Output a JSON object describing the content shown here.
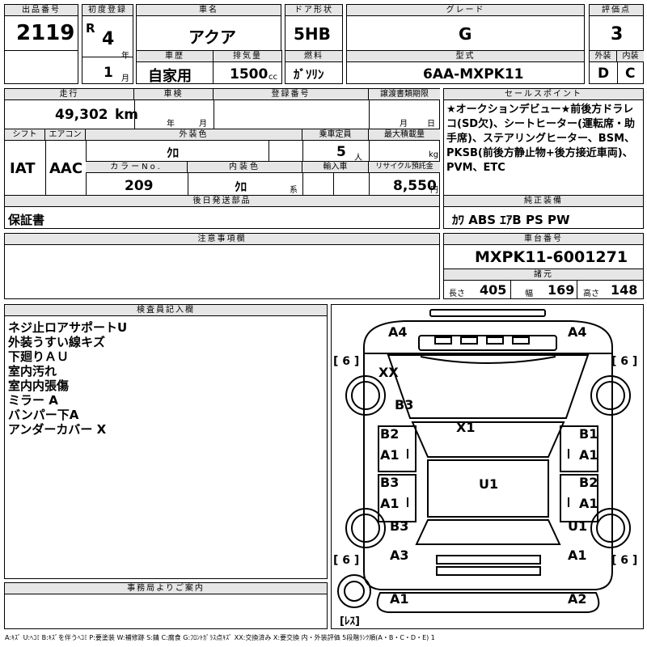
{
  "header": {
    "lot_label": "出品番号",
    "lot_no": "2119",
    "reg_label": "初度登録",
    "era": "R",
    "year_num": "4",
    "year_unit": "年",
    "month_num": "1",
    "month_unit": "月",
    "car_label": "車名",
    "car_name": "アクア",
    "door_label": "ドア形状",
    "door": "5HB",
    "grade_label": "グレード",
    "grade": "G",
    "score_label": "評価点",
    "score": "3",
    "history_label": "車歴",
    "history": "自家用",
    "disp_label": "排気量",
    "disp": "1500",
    "disp_unit": "cc",
    "fuel_label": "燃料",
    "fuel": "ｶﾞｿﾘﾝ",
    "model_label": "型式",
    "model": "6AA-MXPK11",
    "ext_label": "外装",
    "ext": "D",
    "int_label": "内装",
    "int": "C"
  },
  "row2": {
    "mileage_label": "走行",
    "mileage": "49,302",
    "mileage_unit": "km",
    "shaken_label": "車検",
    "shaken_year": "年",
    "shaken_month": "月",
    "regno_label": "登録番号",
    "transfer_label": "譲渡書類期限",
    "transfer_month": "月",
    "transfer_day": "日",
    "shift_label": "シフト",
    "shift": "IAT",
    "ac_label": "エアコン",
    "ac": "AAC",
    "color_label": "外装色",
    "color": "ｸﾛ",
    "capacity_label": "乗車定員",
    "capacity": "5",
    "capacity_unit": "人",
    "load_label": "最大積載量",
    "load_unit": "kg",
    "colorno_label": "カラーNo.",
    "colorno": "209",
    "intcolor_label": "内装色",
    "intcolor": "ｸﾛ",
    "intcolor_unit": "系",
    "import_label": "輸入車",
    "recycle_label": "リサイクル預託金",
    "recycle": "8,550",
    "recycle_unit": "円"
  },
  "sales": {
    "label": "セールスポイント",
    "text": "★オークションデビュー★前後方ドラレコ(SD欠)、シートヒーター(運転席・助手席)、ステアリングヒーター、BSM、PKSB(前後方静止物+後方接近車両)、PVM、ETC"
  },
  "equip": {
    "label": "純正装備",
    "text": "ｶﾜ ABS ｴｱB PS PW"
  },
  "later": {
    "label": "後日発送部品",
    "text": "保証書"
  },
  "caution": {
    "label": "注意事項欄"
  },
  "chassis": {
    "label": "車台番号",
    "number": "MXPK11-6001271",
    "spec_label": "諸元",
    "len_label": "長さ",
    "len": "405",
    "wid_label": "幅",
    "wid": "169",
    "hgt_label": "高さ",
    "hgt": "148"
  },
  "inspector": {
    "label": "検査員記入欄",
    "lines": [
      "ネジ止ロアサポートU",
      "外装うすい線キズ",
      "下廻りＡＵ",
      "室内汚れ",
      "室内内張傷",
      "ミラー A",
      "バンパー下A",
      "アンダーカバー X"
    ]
  },
  "diagram": {
    "marks": {
      "a4_left": "A4",
      "a4_right": "A4",
      "tire_fl": "[ 6 ]",
      "tire_fr": "[ 6 ]",
      "xx": "XX",
      "b3_hood": "B3",
      "x1": "X1",
      "b2_l": "B2",
      "a1_l1": "A1",
      "b1_r": "B1",
      "a1_r1": "A1",
      "b3_l2": "B3",
      "a1_l2": "A1",
      "u1_c": "U1",
      "b2_r": "B2",
      "a1_r2": "A1",
      "b3_l3": "B3",
      "u1_r": "U1",
      "a3": "A3",
      "a1_r3": "A1",
      "tire_rl": "[ 6 ]",
      "tire_rr": "[ 6 ]",
      "a1_bl": "A1",
      "a2_br": "A2",
      "spare": "[ﾚｽ]"
    }
  },
  "office": {
    "label": "事務局よりご案内"
  },
  "footer": {
    "legend": "A:ｷｽﾞ U:ﾍｺﾐ B:ｷｽﾞを伴うﾍｺﾐ P:要塗装 W:補修跡 S:錆 C:腐食 G:ﾌﾛﾝﾄｶﾞﾗｽ点ｷｽﾞ XX:交換済み X:要交換 内・外装評価 5段階ﾗﾝｸ順(A・B・C・D・E) 1"
  }
}
